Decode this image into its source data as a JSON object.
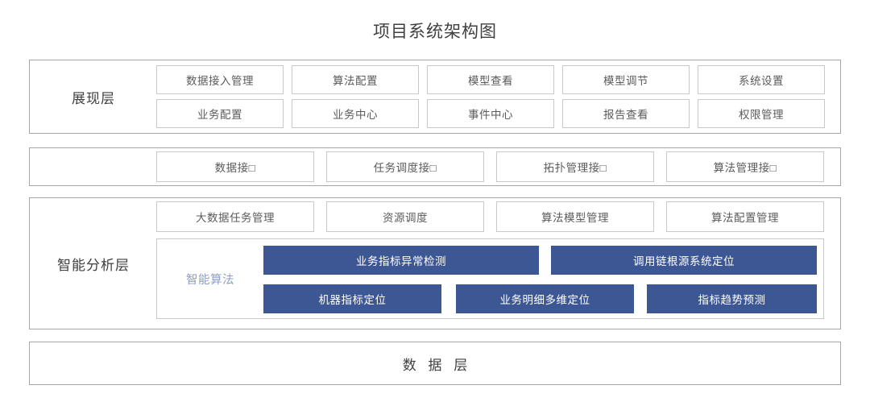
{
  "title": "项目系统架构图",
  "colors": {
    "accent_blue": "#3d5795",
    "border_outer": "#a6a6a6",
    "border_cell": "#c9c9c9",
    "text_dark": "#3f3f3f",
    "text_cell": "#5b5b5b",
    "algo_label": "#8d9ec6"
  },
  "layers": {
    "presentation": {
      "label": "展现层",
      "row1": [
        {
          "label": "数据接入管理"
        },
        {
          "label": "算法配置"
        },
        {
          "label": "模型查看"
        },
        {
          "label": "模型调节"
        },
        {
          "label": "系统设置"
        }
      ],
      "row2": [
        {
          "label": "业务配置"
        },
        {
          "label": "业务中心"
        },
        {
          "label": "事件中心"
        },
        {
          "label": "报告查看"
        },
        {
          "label": "权限管理"
        }
      ]
    },
    "interface": {
      "label": "",
      "items": [
        {
          "label": "数据接□"
        },
        {
          "label": "任务调度接□"
        },
        {
          "label": "拓扑管理接□"
        },
        {
          "label": "算法管理接□"
        }
      ]
    },
    "analysis": {
      "label": "智能分析层",
      "management_row": [
        {
          "label": "大数据任务管理"
        },
        {
          "label": "资源调度"
        },
        {
          "label": "算法模型管理"
        },
        {
          "label": "算法配置管理"
        }
      ],
      "algorithms": {
        "label": "智能算法",
        "row1": [
          {
            "label": "业务指标异常检测"
          },
          {
            "label": "调用链根源系统定位"
          }
        ],
        "row2": [
          {
            "label": "机器指标定位"
          },
          {
            "label": "业务明细多维定位"
          },
          {
            "label": "指标趋势预测"
          }
        ]
      }
    },
    "data": {
      "label": "数 据 层"
    }
  }
}
